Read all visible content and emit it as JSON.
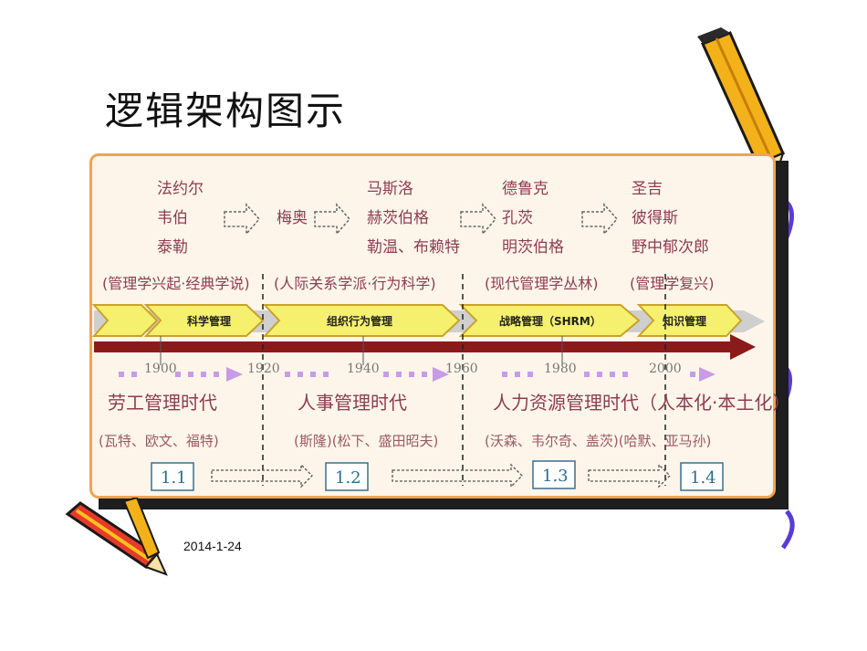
{
  "title": "逻辑架构图示",
  "date": "2014-1-24",
  "columns": [
    {
      "names": [
        "法约尔",
        "韦伯",
        "泰勒"
      ],
      "subtitle": "(管理学兴起·经典学说)"
    },
    {
      "names": [
        "梅奥"
      ],
      "subtitle": ""
    },
    {
      "names": [
        "马斯洛",
        "赫茨伯格",
        "勒温、布赖特"
      ],
      "subtitle": "(人际关系学派·行为科学)"
    },
    {
      "names": [
        "德鲁克",
        "孔茨",
        "明茨伯格"
      ],
      "subtitle": "(现代管理学丛林)"
    },
    {
      "names": [
        "圣吉",
        "彼得斯",
        "野中郁次郎"
      ],
      "subtitle": "(管理学复兴)"
    }
  ],
  "bands": [
    "科学管理",
    "组织行为管理",
    "战略管理（SHRM）",
    "知识管理"
  ],
  "years": [
    "1900",
    "1920",
    "1940",
    "1960",
    "1980",
    "2000"
  ],
  "eras": [
    {
      "name": "劳工管理时代",
      "reps": "(瓦特、欧文、福特)"
    },
    {
      "name": "人事管理时代",
      "reps": "(斯隆)(松下、盛田昭夫)"
    },
    {
      "name": "人力资源管理时代（人本化·本土化）",
      "reps": "(沃森、韦尔奇、盖茨)(哈默、亚马孙)"
    }
  ],
  "stages": [
    "1.1",
    "1.2",
    "1.3",
    "1.4"
  ],
  "colors": {
    "text": "#8d3d52",
    "band": "#f5f06e",
    "arrow": "#8b1a1a",
    "panel_border": "#f0a452",
    "dots": "#c79be8",
    "stage": "#2a6a8a"
  }
}
